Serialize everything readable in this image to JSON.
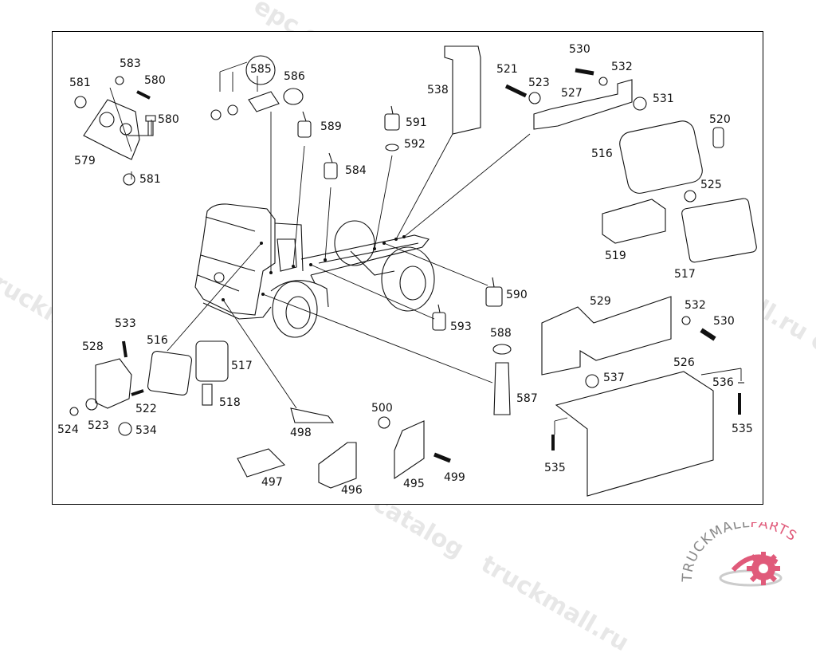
{
  "diagram": {
    "type": "exploded-parts-diagram",
    "subject": "truck chassis electrical components and mounting brackets",
    "callouts": [
      {
        "id": "581a",
        "label": "581"
      },
      {
        "id": "583",
        "label": "583"
      },
      {
        "id": "580a",
        "label": "580"
      },
      {
        "id": "580b",
        "label": "580"
      },
      {
        "id": "579",
        "label": "579"
      },
      {
        "id": "581b",
        "label": "581"
      },
      {
        "id": "585",
        "label": "585",
        "circled": true
      },
      {
        "id": "586",
        "label": "586"
      },
      {
        "id": "589",
        "label": "589"
      },
      {
        "id": "584",
        "label": "584"
      },
      {
        "id": "591",
        "label": "591"
      },
      {
        "id": "592",
        "label": "592"
      },
      {
        "id": "538",
        "label": "538"
      },
      {
        "id": "521",
        "label": "521"
      },
      {
        "id": "523a",
        "label": "523"
      },
      {
        "id": "530a",
        "label": "530"
      },
      {
        "id": "532a",
        "label": "532"
      },
      {
        "id": "527",
        "label": "527"
      },
      {
        "id": "531",
        "label": "531"
      },
      {
        "id": "520",
        "label": "520"
      },
      {
        "id": "516a",
        "label": "516"
      },
      {
        "id": "525",
        "label": "525"
      },
      {
        "id": "519",
        "label": "519"
      },
      {
        "id": "517a",
        "label": "517"
      },
      {
        "id": "590",
        "label": "590"
      },
      {
        "id": "593",
        "label": "593"
      },
      {
        "id": "588",
        "label": "588"
      },
      {
        "id": "587",
        "label": "587"
      },
      {
        "id": "529",
        "label": "529"
      },
      {
        "id": "532b",
        "label": "532"
      },
      {
        "id": "530b",
        "label": "530"
      },
      {
        "id": "526",
        "label": "526"
      },
      {
        "id": "537",
        "label": "537"
      },
      {
        "id": "536",
        "label": "536"
      },
      {
        "id": "535a",
        "label": "535"
      },
      {
        "id": "535b",
        "label": "535"
      },
      {
        "id": "533",
        "label": "533"
      },
      {
        "id": "528",
        "label": "528"
      },
      {
        "id": "516b",
        "label": "516"
      },
      {
        "id": "517b",
        "label": "517"
      },
      {
        "id": "518",
        "label": "518"
      },
      {
        "id": "522",
        "label": "522"
      },
      {
        "id": "524",
        "label": "524"
      },
      {
        "id": "523b",
        "label": "523"
      },
      {
        "id": "534",
        "label": "534"
      },
      {
        "id": "498",
        "label": "498"
      },
      {
        "id": "500",
        "label": "500"
      },
      {
        "id": "497",
        "label": "497"
      },
      {
        "id": "496",
        "label": "496"
      },
      {
        "id": "495",
        "label": "495"
      },
      {
        "id": "499",
        "label": "499"
      }
    ]
  },
  "watermark": {
    "text_a": "truckmall.ru epc catalog",
    "text_b": "epc catalog",
    "text_c": "truckmall.ru",
    "color": "#aaaaaa"
  },
  "logo": {
    "text_main": "TRUCKMALL",
    "text_accent": "PARTS",
    "text_color": "#888888",
    "accent_color": "#e05a7a",
    "icon": "gear-icon"
  }
}
